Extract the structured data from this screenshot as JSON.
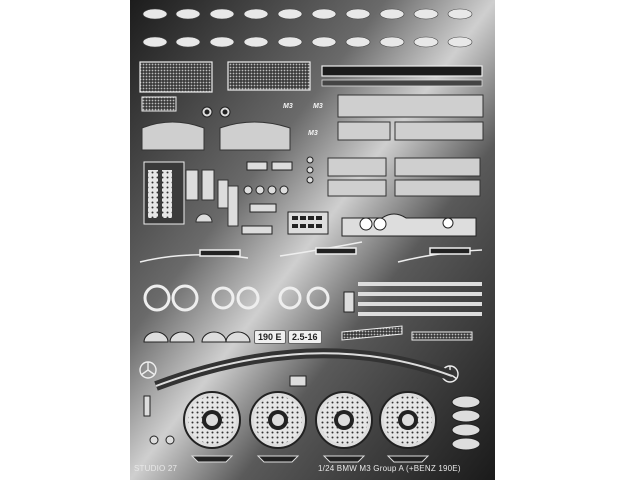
{
  "sheet": {
    "brand_label": "STUDIO 27",
    "title_label": "1/24 BMW M3 Group A (+BENZ 190E)",
    "plate_labels": [
      "190 E",
      "2.5-16"
    ],
    "badge_labels": [
      "M3",
      "M3",
      "M3"
    ],
    "colors": {
      "background": "#ffffff",
      "metal_dark": "#2a2a2a",
      "metal_light": "#d9d9d9"
    }
  }
}
